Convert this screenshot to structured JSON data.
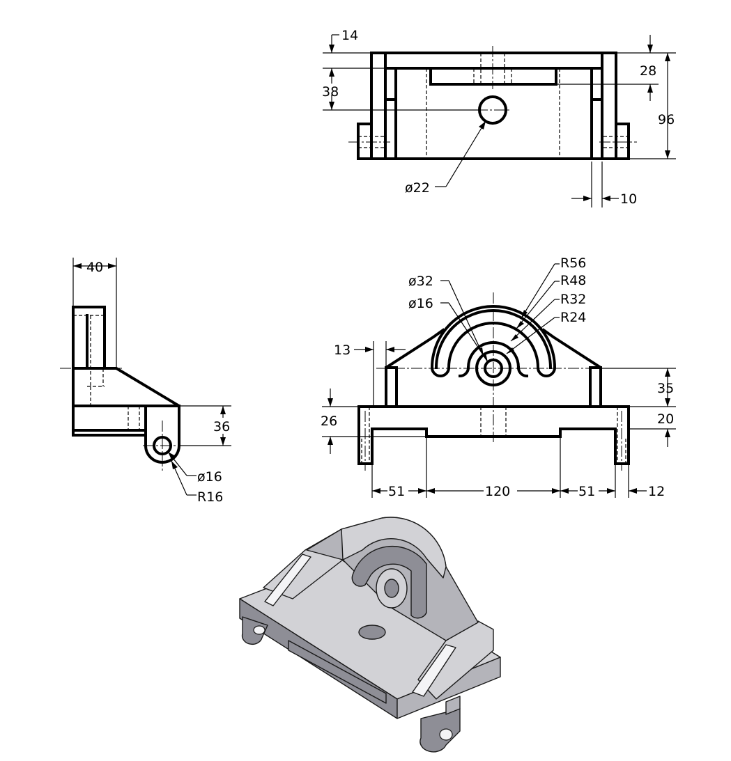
{
  "top_view": {
    "dims": {
      "d14": "14",
      "d38": "38",
      "d28": "28",
      "d96": "96",
      "d10": "10",
      "hole": "ø22"
    }
  },
  "side_view": {
    "dims": {
      "d40": "40",
      "d36": "36",
      "hole": "ø16",
      "radius": "R16"
    }
  },
  "front_view": {
    "dims": {
      "r56": "R56",
      "r48": "R48",
      "r32": "R32",
      "r24": "R24",
      "hole_outer": "ø32",
      "hole_inner": "ø16",
      "d13": "13",
      "d26": "26",
      "d35": "35",
      "d20": "20",
      "d51_left": "51",
      "d120": "120",
      "d51_right": "51",
      "d12": "12"
    }
  }
}
